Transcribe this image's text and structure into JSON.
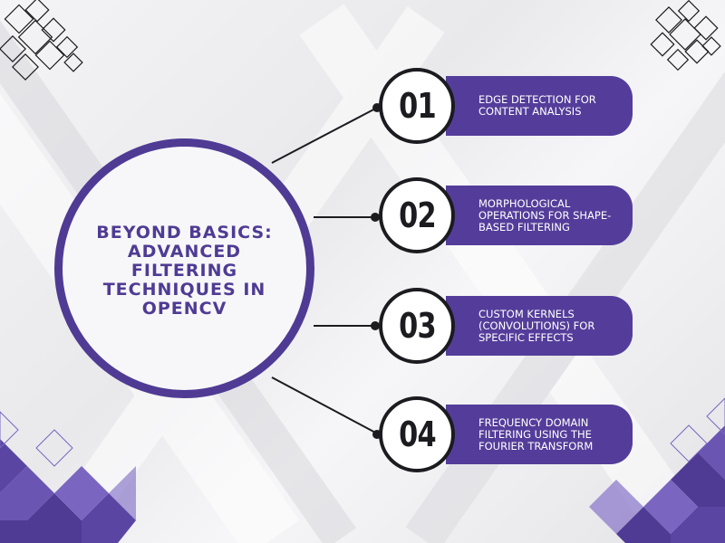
{
  "title": "BEYOND BASICS: ADVANCED FILTERING TECHNIQUES IN OPENCV",
  "items": [
    {
      "number": "01",
      "label": "EDGE DETECTION FOR CONTENT ANALYSIS"
    },
    {
      "number": "02",
      "label": "MORPHOLOGICAL OPERATIONS FOR SHAPE-BASED FILTERING"
    },
    {
      "number": "03",
      "label": "CUSTOM KERNELS (CONVOLUTIONS) FOR SPECIFIC EFFECTS"
    },
    {
      "number": "04",
      "label": "FREQUENCY DOMAIN FILTERING USING THE FOURIER TRANSFORM"
    }
  ],
  "colors": {
    "accent": "#4f3b94",
    "pill": "#543d9a",
    "ink": "#1b1b20"
  },
  "icons": {
    "corner_pattern": "diamond-outline-pattern",
    "bottom_pattern": "purple-staircase-pattern"
  }
}
